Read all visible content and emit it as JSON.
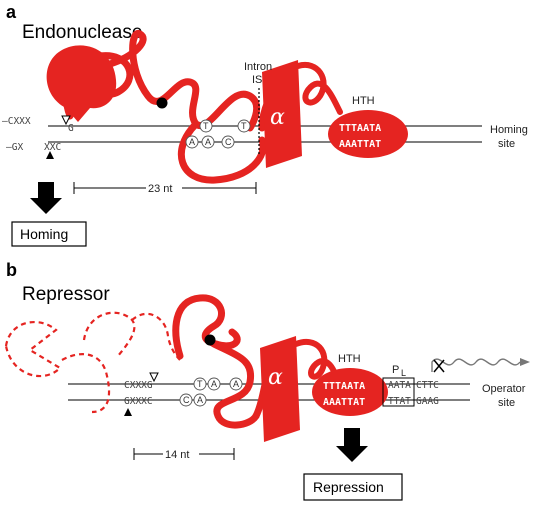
{
  "colors": {
    "protein": "#e52421",
    "dna_line": "#333333",
    "box_stroke": "#000000"
  },
  "panel_a": {
    "letter": "a",
    "title": "Endonuclease",
    "intron_label_1": "Intron",
    "intron_label_2": "IS",
    "hth_label": "HTH",
    "alpha": "α",
    "site_label_1": "Homing",
    "site_label_2": "site",
    "top_left_seq": "–CXXX",
    "top_cut_base": "G",
    "bottom_left_seq": "–GX",
    "bottom_right_seq": "XXC",
    "circled_top": "T",
    "circled_top_right": "T",
    "circled_bottom": [
      "A",
      "A",
      "C"
    ],
    "hth_top_seq": "TTTAATA",
    "hth_bottom_seq": "AAATTAT",
    "spacing_label": "23 nt",
    "outcome": "Homing"
  },
  "panel_b": {
    "letter": "b",
    "title": "Repressor",
    "hth_label": "HTH",
    "promoter_label": "P",
    "promoter_sub": "L",
    "alpha": "α",
    "top_seq": "CXXXG",
    "bottom_seq": "GXXXC",
    "circled_top": [
      "T",
      "A",
      "A"
    ],
    "circled_bottom": [
      "C",
      "A"
    ],
    "hth_top_seq": "TTTAATA",
    "hth_bottom_seq": "AAATTAT",
    "pl_top_seq": "AATA",
    "pl_bottom_seq": "TTAT",
    "after_top_seq": "CTTC",
    "after_bottom_seq": "GAAG",
    "site_label_1": "Operator",
    "site_label_2": "site",
    "spacing_label": "14 nt",
    "outcome": "Repression"
  }
}
